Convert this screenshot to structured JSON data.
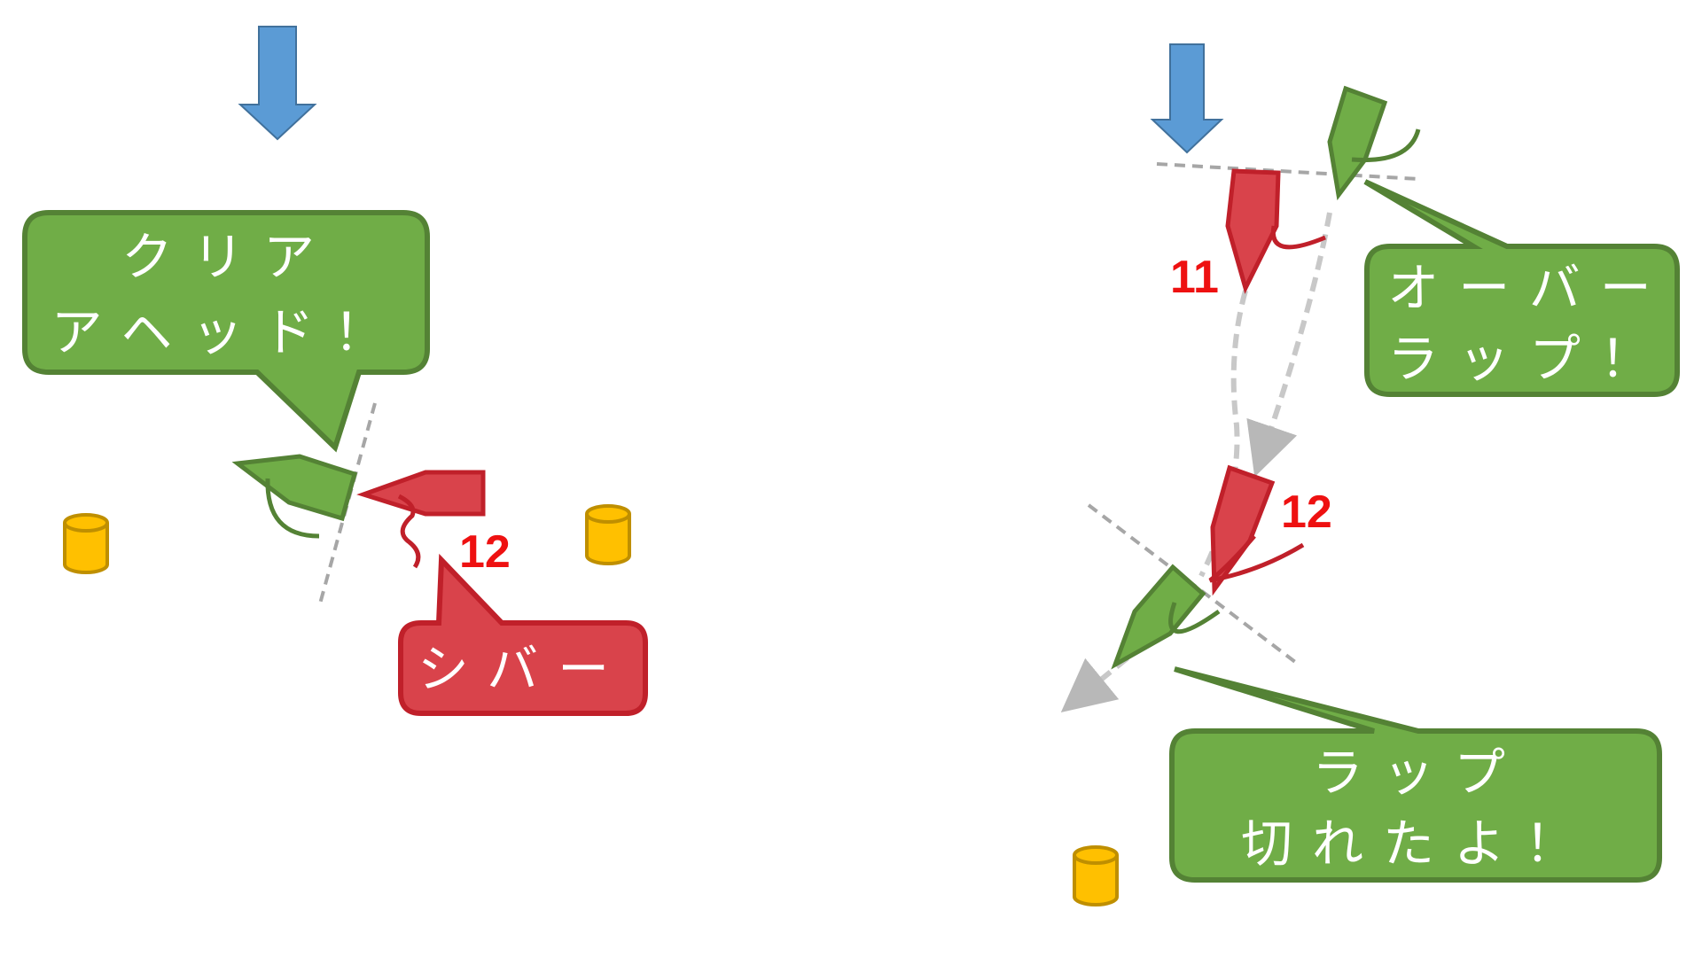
{
  "colors": {
    "wind_arrow": "#5b9bd5",
    "green_fill": "#70ad47",
    "green_stroke": "#548235",
    "red_fill": "#d9434b",
    "red_stroke": "#c0202a",
    "mark_fill": "#ffc000",
    "mark_stroke": "#bf8f00",
    "guide_line": "#a6a6a6",
    "number_text": "#ee1111"
  },
  "left_scene": {
    "callout_green": {
      "line1": "クリア",
      "line2": "アヘッド！"
    },
    "callout_red": {
      "line1": "シバー"
    },
    "red_boat_number": "12"
  },
  "right_scene": {
    "callout_overlap": {
      "line1": "オーバー",
      "line2": "ラップ！"
    },
    "callout_broken": {
      "line1": "ラップ",
      "line2": "切れたよ！"
    },
    "red_boat_top_number": "11",
    "red_boat_bottom_number": "12"
  }
}
